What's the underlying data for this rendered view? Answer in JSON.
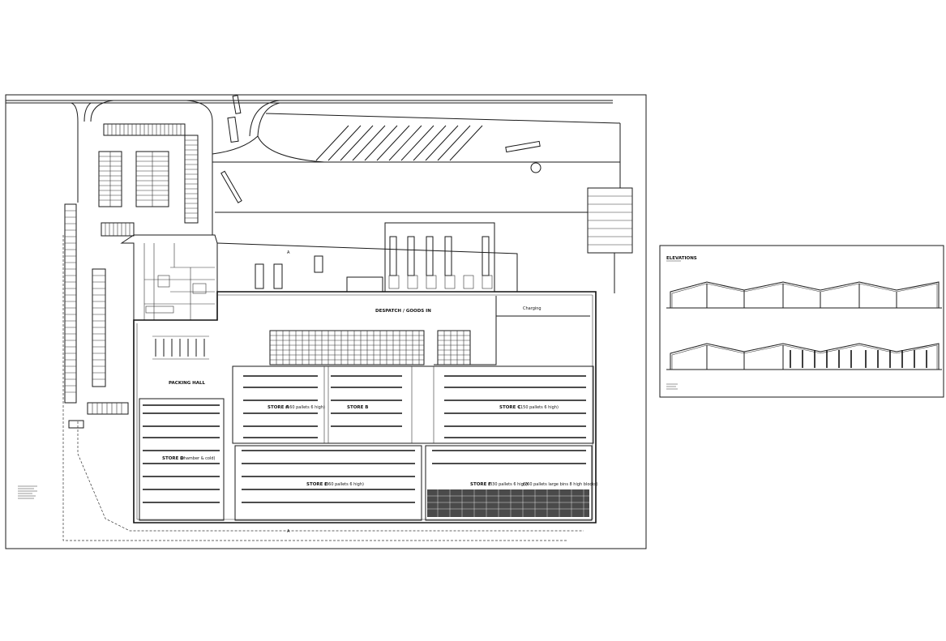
{
  "plan": {
    "dispatch_label": "DESPATCH / GOODS IN",
    "packing_label": "PACKING HALL",
    "store_a": "STORE A",
    "store_b": "STORE B",
    "store_c": "STORE C",
    "store_d": "STORE D",
    "store_e": "STORE E",
    "store_f": "STORE F",
    "store_a_note": "(160 pallets 6 high)",
    "store_c_note": "(150 pallets 6 high)",
    "store_d_note": "(chamber & cold)",
    "store_e_note": "(360 pallets 6 high)",
    "store_f_note": "(330 pallets 6 high)",
    "store_f_note2": "(260 pallets large bins 8 high blocks)",
    "charging": "Charging",
    "section_mark": "A"
  },
  "elevations": {
    "sheet_title": "ELEVATIONS"
  }
}
